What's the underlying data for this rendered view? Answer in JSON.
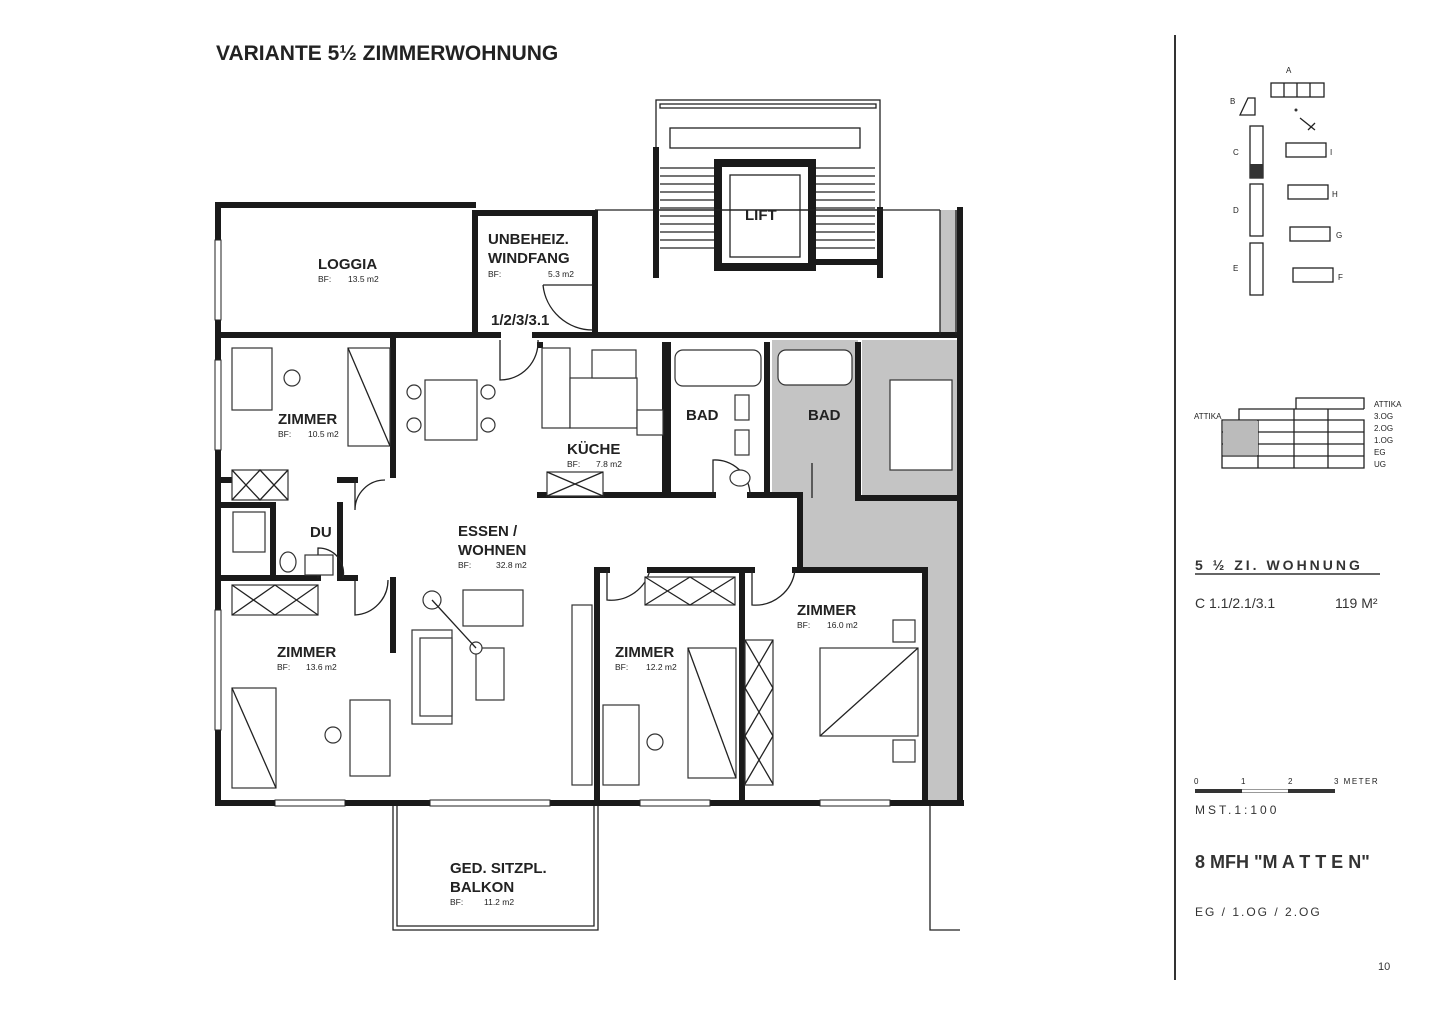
{
  "title": "VARIANTE 5½ ZIMMERWOHNUNG",
  "bf_label": "BF:",
  "rooms": {
    "loggia": {
      "name": "LOGGIA",
      "area": "13.5 m2"
    },
    "windfang": {
      "name1": "UNBEHEIZ.",
      "name2": "WINDFANG",
      "area": "5.3 m2"
    },
    "unit_number": "1/2/3/3.1",
    "lift": "LIFT",
    "zimmer_a": {
      "name": "ZIMMER",
      "area": "10.5 m2"
    },
    "kueche": {
      "name": "KÜCHE",
      "area": "7.8 m2"
    },
    "bad": {
      "name": "BAD"
    },
    "bad_neighbor": {
      "name": "BAD"
    },
    "du": {
      "name": "DU"
    },
    "essen": {
      "name1": "ESSEN /",
      "name2": "WOHNEN",
      "area": "32.8 m2"
    },
    "zimmer_b": {
      "name": "ZIMMER",
      "area": "13.6 m2"
    },
    "zimmer_c": {
      "name": "ZIMMER",
      "area": "12.2 m2"
    },
    "zimmer_d": {
      "name": "ZIMMER",
      "area": "16.0 m2"
    },
    "balkon": {
      "name1": "GED. SITZPL.",
      "name2": "BALKON",
      "area": "11.2 m2"
    }
  },
  "key_plan": {
    "labels": [
      "A",
      "B",
      "C",
      "D",
      "E",
      "F",
      "G",
      "H",
      "I"
    ],
    "highlighted": "C"
  },
  "section": {
    "left_label": "ATTIKA",
    "levels": [
      "ATTIKA",
      "3.OG",
      "2.OG",
      "1.OG",
      "EG",
      "UG"
    ]
  },
  "info": {
    "apartment_type": "5 ½ ZI. WOHNUNG",
    "unit_code": "C  1.1/2.1/3.1",
    "area": "119 M²",
    "scale_ticks": [
      "0",
      "1",
      "2",
      "3 METER"
    ],
    "scale": "MST.1:100",
    "project": "8 MFH  \"M A T T E N\"",
    "floors": "EG / 1.OG / 2.OG",
    "page_number": "10"
  }
}
